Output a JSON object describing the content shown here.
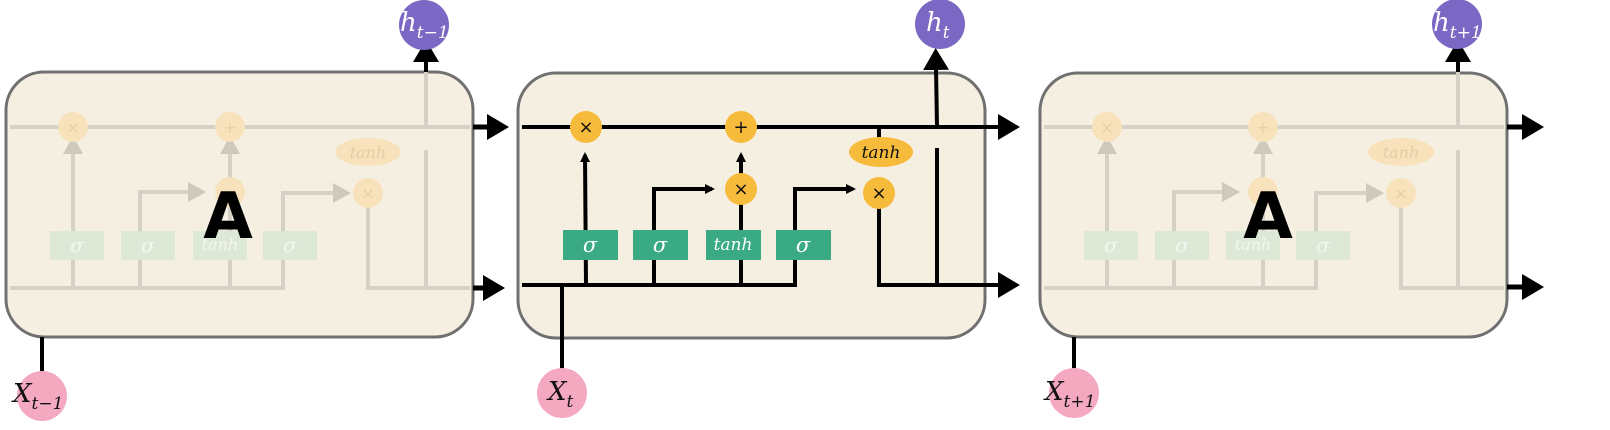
{
  "cells": {
    "prev": {
      "label": "A",
      "input": {
        "base": "X",
        "sub": "t−1"
      },
      "output": {
        "base": "h",
        "sub": "t−1"
      },
      "gates": [
        "σ",
        "σ",
        "tanh",
        "σ"
      ],
      "ops": {
        "forget": "×",
        "add": "+",
        "input_mul": "×",
        "output_mul": "×",
        "tanh": "tanh"
      }
    },
    "current": {
      "input": {
        "base": "X",
        "sub": "t"
      },
      "output": {
        "base": "h",
        "sub": "t"
      },
      "gates": [
        "σ",
        "σ",
        "tanh",
        "σ"
      ],
      "ops": {
        "forget": "×",
        "add": "+",
        "input_mul": "×",
        "output_mul": "×",
        "tanh": "tanh"
      }
    },
    "next": {
      "label": "A",
      "input": {
        "base": "X",
        "sub": "t+1"
      },
      "output": {
        "base": "h",
        "sub": "t+1"
      },
      "gates": [
        "σ",
        "σ",
        "tanh",
        "σ"
      ],
      "ops": {
        "forget": "×",
        "add": "+",
        "input_mul": "×",
        "output_mul": "×",
        "tanh": "tanh"
      }
    }
  },
  "colors": {
    "cell_fill": "#f5efe2",
    "cell_border": "#707070",
    "gate_green": "#3aaa84",
    "op_orange": "#f7bb3c",
    "input_pink": "#f4a9c0",
    "output_purple": "#7b68c4",
    "line": "#000000"
  }
}
